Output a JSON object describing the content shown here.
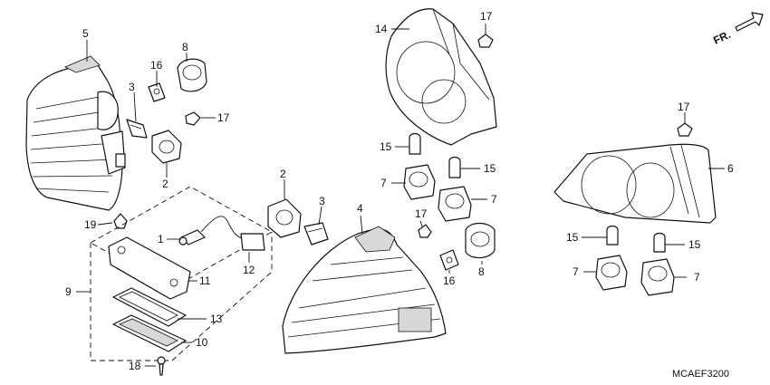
{
  "diagram_code": "MCAEF3200",
  "direction_label": "FR.",
  "parts": [
    {
      "id": "5",
      "label": "5"
    },
    {
      "id": "16a",
      "label": "16"
    },
    {
      "id": "8a",
      "label": "8"
    },
    {
      "id": "3a",
      "label": "3"
    },
    {
      "id": "17a",
      "label": "17"
    },
    {
      "id": "2a",
      "label": "2"
    },
    {
      "id": "19",
      "label": "19"
    },
    {
      "id": "2b",
      "label": "2"
    },
    {
      "id": "1",
      "label": "1"
    },
    {
      "id": "12",
      "label": "12"
    },
    {
      "id": "3b",
      "label": "3"
    },
    {
      "id": "9",
      "label": "9"
    },
    {
      "id": "11",
      "label": "11"
    },
    {
      "id": "13",
      "label": "13"
    },
    {
      "id": "10",
      "label": "10"
    },
    {
      "id": "18",
      "label": "18"
    },
    {
      "id": "14",
      "label": "14"
    },
    {
      "id": "17b",
      "label": "17"
    },
    {
      "id": "15a",
      "label": "15"
    },
    {
      "id": "15b",
      "label": "15"
    },
    {
      "id": "7a",
      "label": "7"
    },
    {
      "id": "7b",
      "label": "7"
    },
    {
      "id": "17c",
      "label": "17"
    },
    {
      "id": "4",
      "label": "4"
    },
    {
      "id": "16b",
      "label": "16"
    },
    {
      "id": "8b",
      "label": "8"
    },
    {
      "id": "17d",
      "label": "17"
    },
    {
      "id": "6",
      "label": "6"
    },
    {
      "id": "15c",
      "label": "15"
    },
    {
      "id": "15d",
      "label": "15"
    },
    {
      "id": "7c",
      "label": "7"
    },
    {
      "id": "7d",
      "label": "7"
    }
  ]
}
